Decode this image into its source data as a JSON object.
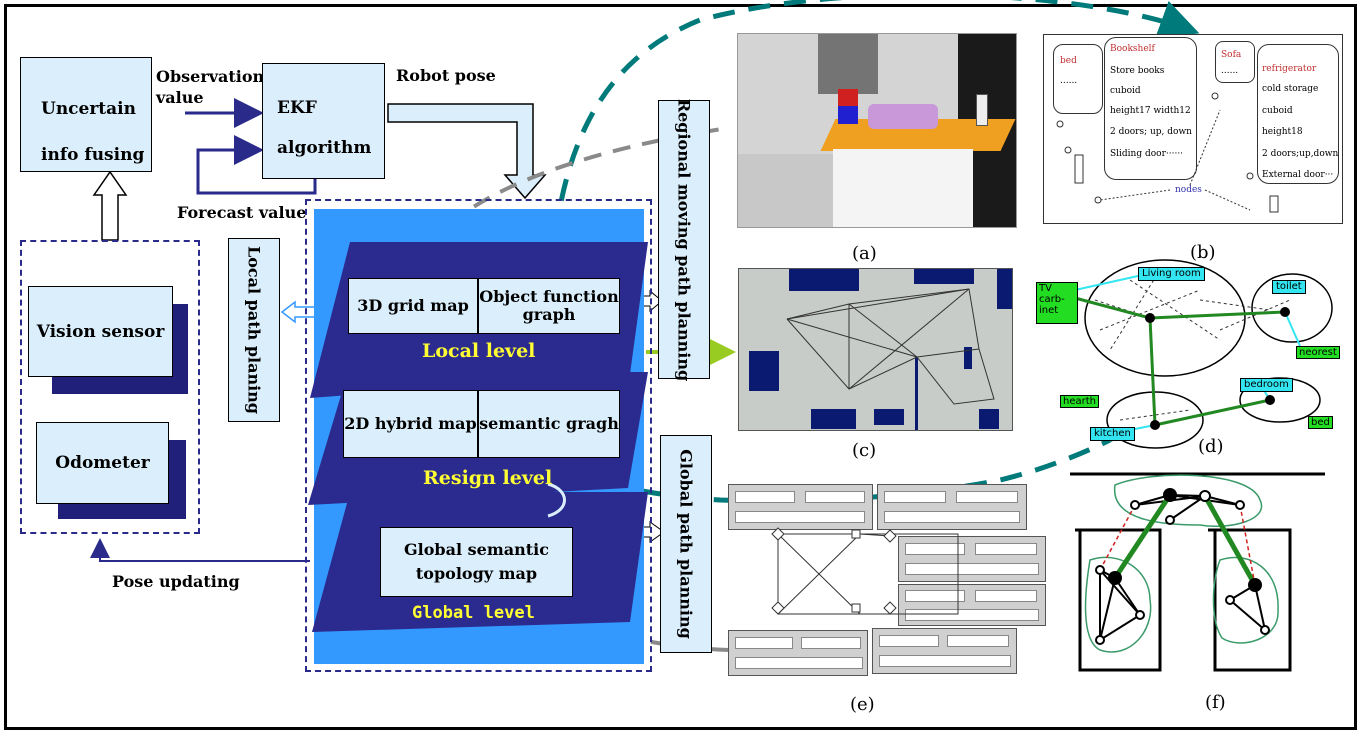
{
  "left": {
    "uncertain_box": "Uncertain info fusing",
    "observation_label": "Observation value",
    "ekf_box": "EKF algorithm",
    "robot_pose_label": "Robot pose",
    "forecast_label": "Forecast value",
    "vision_sensor": "Vision sensor",
    "odometer": "Odometer",
    "pose_updating": "Pose updating",
    "local_path_planning": "Local path planing"
  },
  "center": {
    "grid_map": "3D grid map",
    "object_function_graph": "Object function graph",
    "local_level": "Local level",
    "hybrid_map": "2D hybrid map",
    "semantic_graph": "semantic gragh",
    "resign_level": "Resign level",
    "global_topology": "Global semantic topology map",
    "global_level": "Global level",
    "regional_planning": "Regional moving path planning",
    "global_planning": "Global path planning"
  },
  "panels": {
    "a_caption": "(a)",
    "b_caption": "(b)",
    "c_caption": "(c)",
    "d_caption": "(d)",
    "e_caption": "(e)",
    "f_caption": "(f)",
    "b_items": {
      "bed": "bed",
      "bed_dots": "......",
      "bookshelf": "Bookshelf",
      "bookshelf_lines": [
        "Store books",
        "cuboid",
        "height17 width12",
        "2 doors; up, down",
        "Sliding door······"
      ],
      "sofa": "Sofa",
      "sofa_dots": "......",
      "refrigerator": "refrigerator",
      "refrigerator_lines": [
        "cold storage",
        "cuboid",
        "height18",
        "2 doors;up,down",
        "External door···"
      ],
      "nodes": "nodes"
    },
    "d_items": {
      "tv": "TV carb-inet",
      "living_room": "Living room",
      "toilet": "toilet",
      "neorest": "neorest",
      "hearth": "hearth",
      "kitchen": "kitchen",
      "bedroom": "bedroom",
      "bed": "bed"
    }
  },
  "colors": {
    "box_fill": "#dbeefb",
    "arrow_navy": "#2a2a8a",
    "layer_dark": "#2b2b8f",
    "layer_bg": "#3399ff",
    "level_text": "#ffff33",
    "teal_dash": "#007a7a",
    "gray_dash": "#8a8a8a",
    "lime_dash": "#99cc22",
    "graph_green": "#228822"
  }
}
